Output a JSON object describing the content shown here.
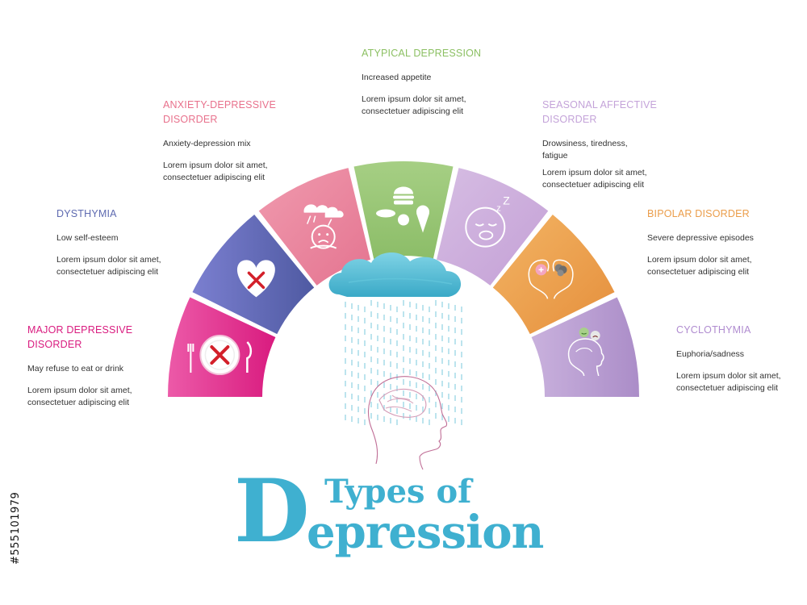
{
  "colors": {
    "major": "#d91b7f",
    "dysthymia": "#5e6ab0",
    "anxiety": "#e88298",
    "atypical": "#94c46e",
    "seasonal": "#c9a8d9",
    "bipolar": "#eb9d4a",
    "cyclothymia": "#b89ad0",
    "title": "#3fb0d0"
  },
  "segments": [
    {
      "key": "major",
      "title_line1": "MAJOR DEPRESSIVE",
      "title_line2": "DISORDER",
      "symptom": "May refuse to eat or drink",
      "lorem1": "Lorem ipsum dolor sit amet,",
      "lorem2": "consectetuer adipiscing elit",
      "icon": "plate-cross-icon"
    },
    {
      "key": "dysthymia",
      "title_line1": "DYSTHYMIA",
      "title_line2": "",
      "symptom": "Low self-esteem",
      "lorem1": "Lorem ipsum dolor sit amet,",
      "lorem2": "consectetuer adipiscing elit",
      "icon": "heart-cross-icon"
    },
    {
      "key": "anxiety",
      "title_line1": "ANXIETY-DEPRESSIVE",
      "title_line2": "DISORDER",
      "symptom": "Anxiety-depression mix",
      "lorem1": "Lorem ipsum dolor sit amet,",
      "lorem2": "consectetuer adipiscing elit",
      "icon": "storm-sad-face-icon"
    },
    {
      "key": "atypical",
      "title_line1": "ATYPICAL DEPRESSION",
      "title_line2": "",
      "symptom": "Increased appetite",
      "lorem1": "Lorem ipsum dolor sit amet,",
      "lorem2": "consectetuer adipiscing elit",
      "icon": "food-icon"
    },
    {
      "key": "seasonal",
      "title_line1": "SEASONAL AFFECTIVE",
      "title_line2": "DISORDER",
      "symptom": "Drowsiness, tiredness,",
      "symptom2": "fatigue",
      "lorem1": "Lorem ipsum dolor sit amet,",
      "lorem2": "consectetuer adipiscing elit",
      "icon": "sleepy-face-icon"
    },
    {
      "key": "bipolar",
      "title_line1": "BIPOLAR DISORDER",
      "title_line2": "",
      "symptom": "Severe depressive episodes",
      "lorem1": "Lorem ipsum dolor sit amet,",
      "lorem2": "consectetuer adipiscing elit",
      "icon": "two-heads-icon"
    },
    {
      "key": "cyclothymia",
      "title_line1": "CYCLOTHYMIA",
      "title_line2": "",
      "symptom": "Euphoria/sadness",
      "lorem1": "Lorem ipsum dolor sit amet,",
      "lorem2": "consectetuer adipiscing elit",
      "icon": "head-mood-icon"
    }
  ],
  "title": {
    "line1": "Types of",
    "big_letter": "D",
    "line2": "epression"
  },
  "stock_id": "#555101979"
}
